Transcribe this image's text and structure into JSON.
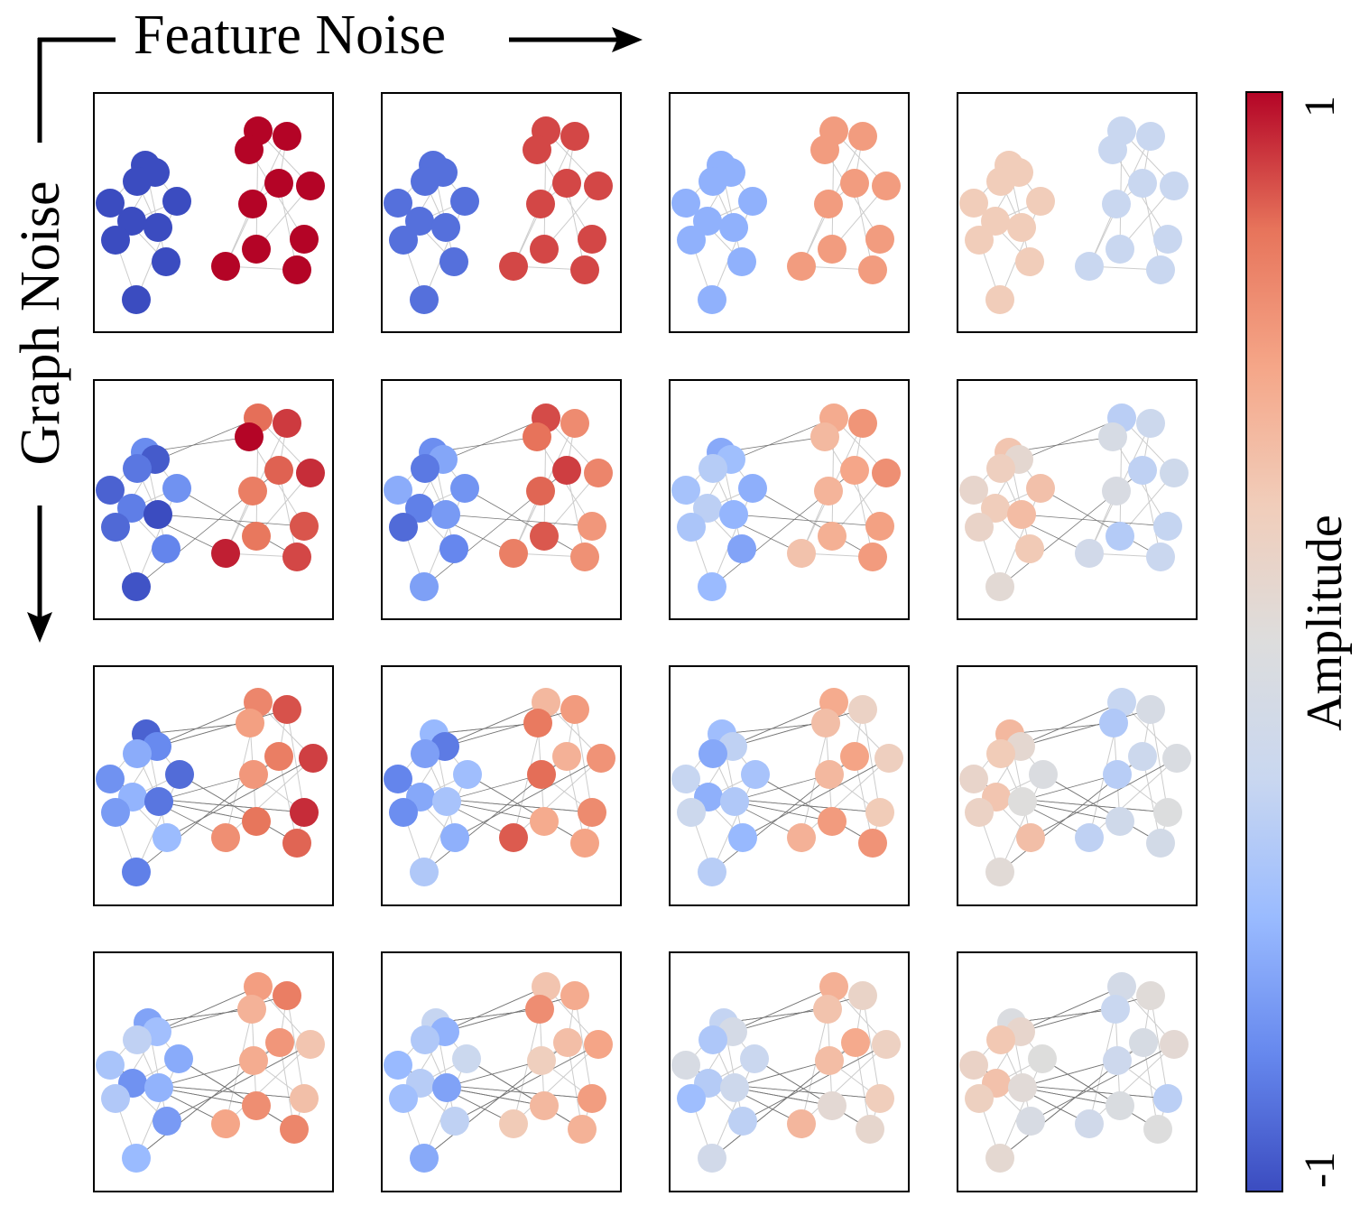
{
  "axes": {
    "column_title": "Feature Noise",
    "row_title": "Graph Noise"
  },
  "colorbar": {
    "label": "Amplitude",
    "max_label": "1",
    "min_label": "-1",
    "colormap": "coolwarm",
    "stops": [
      "#3b4cc0",
      "#6688ee",
      "#9abbff",
      "#c9d7f0",
      "#dddddd",
      "#f1cdba",
      "#f5a688",
      "#e7745b",
      "#b40426"
    ]
  },
  "grid": {
    "rows": 4,
    "cols": 4,
    "row_variable": "Graph Noise",
    "col_variable": "Feature Noise"
  }
}
